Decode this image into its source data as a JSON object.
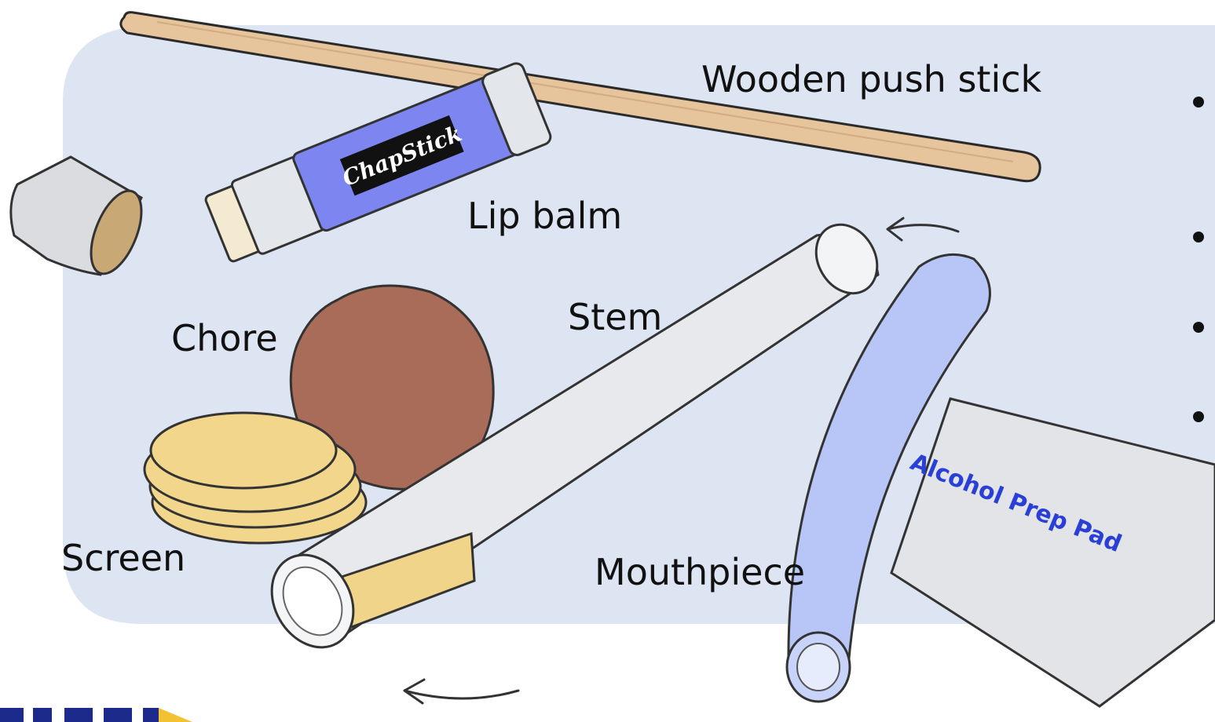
{
  "labels": {
    "push_stick": "Wooden push stick",
    "lip_balm": "Lip balm",
    "chore": "Chore",
    "stem": "Stem",
    "screen": "Screen",
    "mouthpiece": "Mouthpiece"
  },
  "product_text": {
    "chapstick": "ChapStick",
    "prep_pad": "Alcohol Prep Pad"
  },
  "colors": {
    "panel": "#dde4f2",
    "stick": "#e6c49c",
    "balm_tube": "#7d86f0",
    "chore": "#a86c58",
    "screen": "#f2d68c",
    "mouthpiece": "#b7c6f6",
    "bullet": "#111111"
  },
  "bullets": 4
}
